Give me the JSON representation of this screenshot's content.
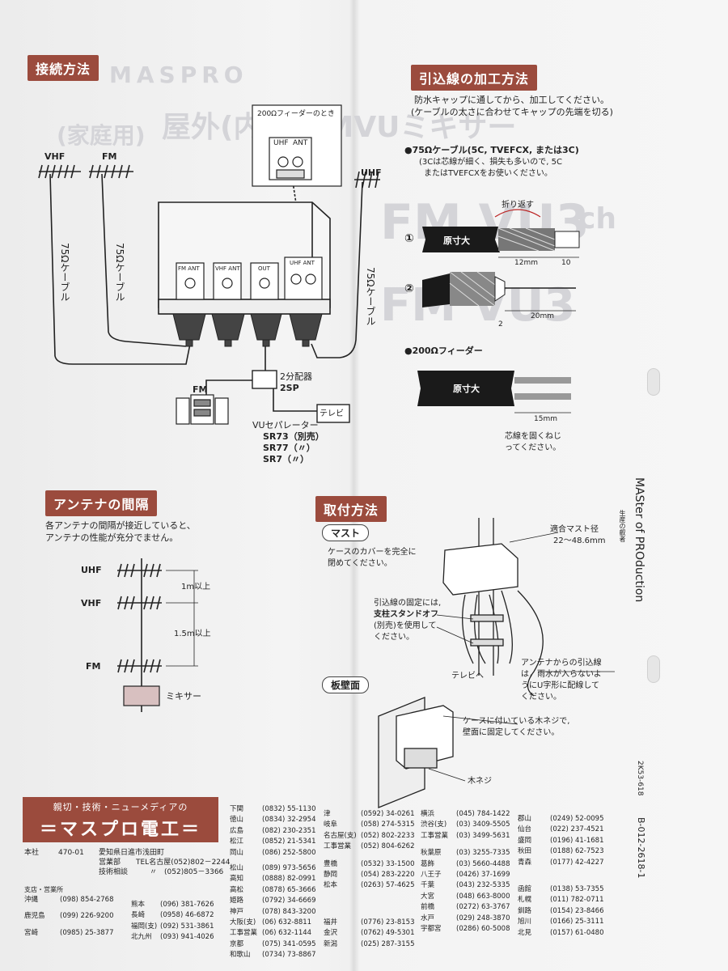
{
  "left": {
    "connection_heading": "接続方法",
    "labels": {
      "vhf": "VHF",
      "fm": "FM",
      "uhf": "UHF",
      "cable1": "75Ωケーブル",
      "cable2": "75Ωケーブル",
      "cable3": "75Ωケーブル",
      "feeder_note": "200Ωフィーダーのとき",
      "inset_uhf": "UHF",
      "inset_ant": "ANT",
      "port_fm": "FM ANT",
      "port_vhf": "VHF ANT",
      "port_out": "OUT",
      "port_uhf": "UHF ANT",
      "splitter": "2分配器",
      "splitter_code": "2SP",
      "fm_device": "FM",
      "tv": "テレビ",
      "vu_sep": "VUセパレーター",
      "sr73": "SR73（別売）",
      "sr77": "SR77（〃）",
      "sr7": "SR7（〃）"
    },
    "spacing_heading": "アンテナの間隔",
    "spacing_text": [
      "各アンテナの間隔が接近していると、",
      "アンテナの性能が充分でません。"
    ],
    "spacing_labels": {
      "uhf": "UHF",
      "vhf": "VHF",
      "fm": "FM",
      "gap1": "1m以上",
      "gap2": "1.5m以上",
      "mixer": "ミキサー"
    }
  },
  "right": {
    "wiring_heading": "引込線の加工方法",
    "wiring_intro": [
      "防水キャップに通してから、加工してください。",
      "(ケーブルの太さに合わせてキャップの先端を切る)"
    ],
    "cable75_title": "●75Ωケーブル(5C, TVEFCX, または3C)",
    "cable75_note": [
      "(3Cは芯線が細く、損失も多いので, 5C",
      "またはTVEFCXをお使いください。"
    ],
    "fold_back": "折り返す",
    "step1": "①",
    "step2": "②",
    "actual_size": "原寸大",
    "dim_12": "12mm",
    "dim_10": "10",
    "dim_20": "20mm",
    "dim_2": "2",
    "feeder200_title": "●200Ωフィーダー",
    "actual_size_2": "原寸大",
    "dim_15": "15mm",
    "twist_note": [
      "芯線を固くねじ",
      "ってください。"
    ],
    "install_heading": "取付方法",
    "mast_label": "マスト",
    "mast_text": [
      "ケースのカバーを完全に",
      "閉めてください。"
    ],
    "mast_diameter": [
      "適合マスト径",
      "22～48.6mm"
    ],
    "fix_text_1": "引込線の固定には,",
    "fix_text_2": "支柱スタンドオフ",
    "fix_text_3": "(別売)を使用して",
    "fix_text_4": "ください。",
    "to_tv": "テレビへ",
    "u_loop": [
      "アンテナからの引込線",
      "は，雨水が入らないよ",
      "うにU字形に配線して",
      "ください。"
    ],
    "wall_label": "板壁面",
    "wall_text": [
      "ケースに付いている木ネジで,",
      "壁面に固定してください。"
    ],
    "wood_screw": "木ネジ",
    "side_brand": "MASter of PROduction",
    "side_brand_sub": "生産の叡者",
    "code1": "2K53-618",
    "code2": "B-012-2618-1"
  },
  "company": {
    "tagline": "親切・技術・ニューメディアの",
    "name": "＝マスプロ電工＝",
    "hq_label": "本社",
    "hq_zip": "470-01",
    "hq_addr": "愛知県日進市浅田町",
    "sales_label": "営業部",
    "sales_tel": "TEL名古屋(052)802－2244",
    "tech_label": "技術相談",
    "tech_tel": "〃　(052)805－3366",
    "branch_header": "支店・営業所"
  },
  "branches_left": [
    [
      "沖縄",
      "(098) 854-2768"
    ],
    [
      "鹿児島",
      "(099) 226-9200"
    ],
    [
      "宮崎",
      "(0985) 25-3877"
    ]
  ],
  "branches_mid1": [
    [
      "熊本",
      "(096) 381-7626"
    ],
    [
      "長崎",
      "(0958) 46-6872"
    ],
    [
      "福岡(支)",
      "(092) 531-3861"
    ],
    [
      "北九州",
      "(093) 941-4026"
    ]
  ],
  "branches_col2": [
    [
      "下関",
      "(0832) 55-1130"
    ],
    [
      "徳山",
      "(0834) 32-2954"
    ],
    [
      "広島",
      "(082) 230-2351"
    ],
    [
      "松江",
      "(0852) 21-5341"
    ],
    [
      "岡山",
      "(086) 252-5800"
    ],
    [
      "",
      ""
    ],
    [
      "松山",
      "(089) 973-5656"
    ],
    [
      "高知",
      "(0888) 82-0991"
    ],
    [
      "高松",
      "(0878) 65-3666"
    ],
    [
      "姫路",
      "(0792) 34-6669"
    ],
    [
      "神戸",
      "(078) 843-3200"
    ],
    [
      "大阪(支)",
      "(06) 632-8811"
    ],
    [
      "工事営業",
      "(06) 632-1144"
    ],
    [
      "京都",
      "(075) 341-0595"
    ],
    [
      "和歌山",
      "(0734) 73-8867"
    ]
  ],
  "branches_col3": [
    [
      "津",
      "(0592) 34-0261"
    ],
    [
      "岐阜",
      "(058) 274-5315"
    ],
    [
      "名古屋(支)",
      "(052) 802-2233"
    ],
    [
      "工事営業",
      "(052) 804-6262"
    ],
    [
      "",
      ""
    ],
    [
      "豊橋",
      "(0532) 33-1500"
    ],
    [
      "静岡",
      "(054) 283-2220"
    ],
    [
      "松本",
      "(0263) 57-4625"
    ],
    [
      "",
      ""
    ],
    [
      "福井",
      "(0776) 23-8153"
    ],
    [
      "金沢",
      "(0762) 49-5301"
    ],
    [
      "新潟",
      "(025) 287-3155"
    ]
  ],
  "branches_col4": [
    [
      "横浜",
      "(045) 784-1422"
    ],
    [
      "渋谷(支)",
      "(03) 3409-5505"
    ],
    [
      "工事営業",
      "(03) 3499-5631"
    ],
    [
      "",
      ""
    ],
    [
      "秋葉原",
      "(03) 3255-7335"
    ],
    [
      "葛飾",
      "(03) 5660-4488"
    ],
    [
      "八王子",
      "(0426) 37-1699"
    ],
    [
      "千葉",
      "(043) 232-5335"
    ],
    [
      "大宮",
      "(048) 663-8000"
    ],
    [
      "前橋",
      "(0272) 63-3767"
    ],
    [
      "水戸",
      "(029) 248-3870"
    ],
    [
      "宇都宮",
      "(0286) 60-5008"
    ]
  ],
  "branches_col5": [
    [
      "郡山",
      "(0249) 52-0095"
    ],
    [
      "仙台",
      "(022) 237-4521"
    ],
    [
      "盛岡",
      "(0196) 41-1681"
    ],
    [
      "秋田",
      "(0188) 62-7523"
    ],
    [
      "青森",
      "(0177) 42-4227"
    ],
    [
      "",
      ""
    ],
    [
      "函館",
      "(0138) 53-7355"
    ],
    [
      "札幌",
      "(011) 782-0711"
    ],
    [
      "釧路",
      "(0154) 23-8466"
    ],
    [
      "旭川",
      "(0166) 25-3111"
    ],
    [
      "北見",
      "(0157) 61-0480"
    ]
  ],
  "ghost_text": {
    "brand": "MASPRO",
    "product": "屋外(内)用FMVUミキサー",
    "home_use": "(家庭用)",
    "fm_vu": "FM VU3",
    "ch": "ch"
  },
  "colors": {
    "header_bg": "#9b4b3d",
    "ghost": "#d4d4d8",
    "paper": "#f4f4f4"
  }
}
